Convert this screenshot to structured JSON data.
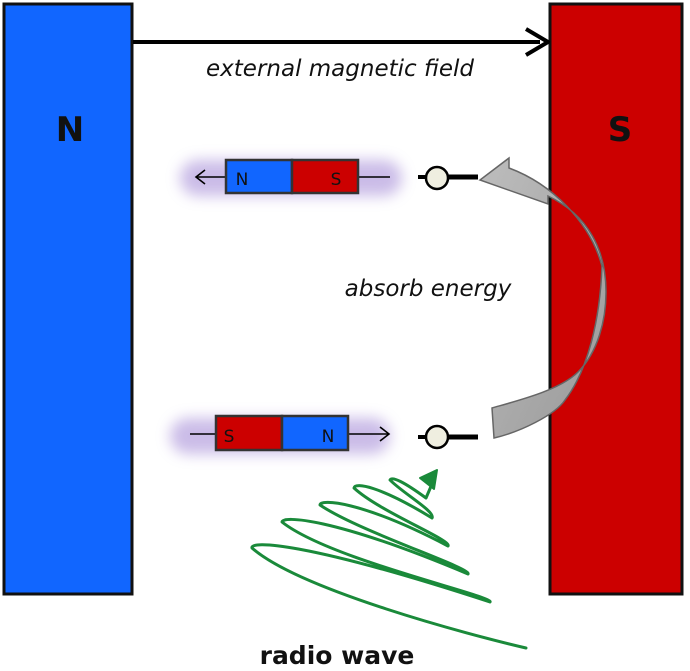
{
  "poles": {
    "north": {
      "label": "N",
      "color": "#1166ff"
    },
    "south": {
      "label": "S",
      "color": "#cc0000"
    }
  },
  "field_label": "external magnetic field",
  "top_magnet": {
    "left_label": "N",
    "right_label": "S"
  },
  "bottom_magnet": {
    "left_label": "S",
    "right_label": "N"
  },
  "transition_label": "absorb energy",
  "wave_label": "radio wave",
  "colors": {
    "wave": "#1a8a3a",
    "arrow_fill": "#aaaaaa",
    "glow": "#b9a6e0",
    "node_fill": "#efeee0"
  }
}
